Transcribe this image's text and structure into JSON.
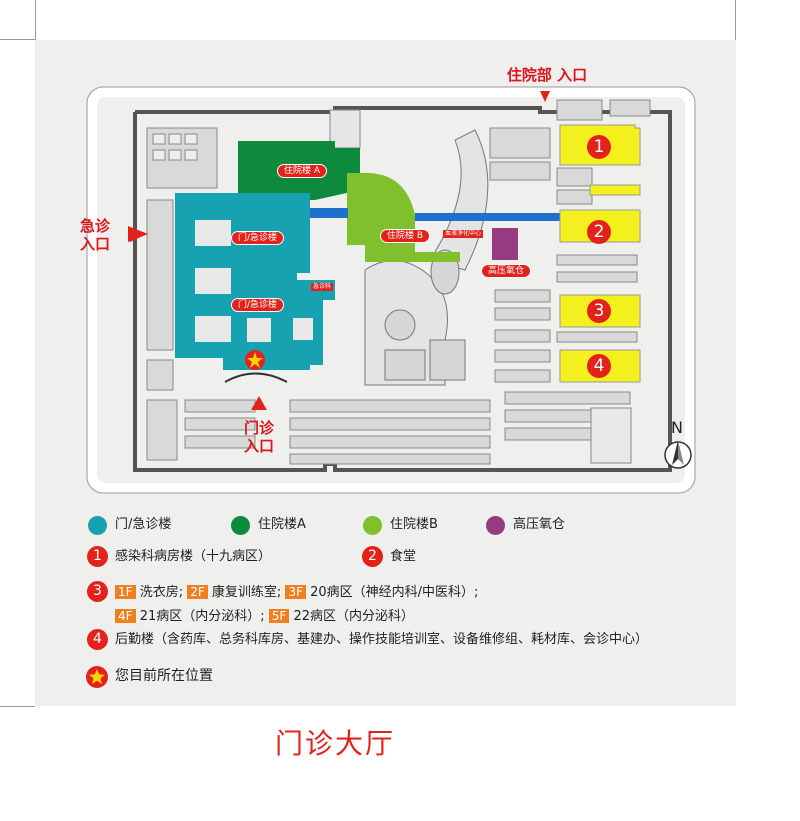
{
  "labels": {
    "inpatient_entrance": "住院部 入口",
    "emergency_entrance_l1": "急诊",
    "emergency_entrance_l2": "入口",
    "outpatient_entrance_l1": "门诊",
    "outpatient_entrance_l2": "入口",
    "north": "N"
  },
  "buildings": {
    "inpatient_a": "住院楼 A",
    "inpatient_b": "住院楼 B",
    "outpatient_emergency_1": "门/急诊楼",
    "outpatient_emergency_2": "门/急诊楼",
    "hyperbaric": "高压氧仓",
    "purification_center": "血液净化中心",
    "small_label": "急诊科"
  },
  "badges": [
    "1",
    "2",
    "3",
    "4"
  ],
  "legend": {
    "teal": "门/急诊楼",
    "dark_green": "住院楼A",
    "light_green": "住院楼B",
    "purple": "高压氧仓",
    "item1_num": "1",
    "item1_text": "感染科病房楼（十九病区）",
    "item2_num": "2",
    "item2_text": "食堂",
    "item3_num": "3",
    "f1": "1F",
    "f1_text": "洗衣房;",
    "f2": "2F",
    "f2_text": "康复训练室;",
    "f3": "3F",
    "f3_text": "20病区（神经内科/中医科）;",
    "f4": "4F",
    "f4_text": "21病区（内分泌科）;",
    "f5": "5F",
    "f5_text": "22病区（内分泌科）",
    "item4_num": "4",
    "item4_text": "后勤楼（含药库、总务科库房、基建办、操作技能培训室、设备维修组、耗材库、会诊中心）",
    "star_text": "您目前所在位置"
  },
  "footer": "门诊大厅",
  "colors": {
    "teal": "#16a2b0",
    "dark_green": "#0d8a3c",
    "light_green": "#7fc02c",
    "purple": "#953b82",
    "yellow": "#f4f01e",
    "red": "#e3231b",
    "blue": "#1f6fcc",
    "orange": "#f0801e"
  },
  "icons": [
    "star-icon",
    "north-arrow-icon",
    "entrance-arrow-icon"
  ]
}
